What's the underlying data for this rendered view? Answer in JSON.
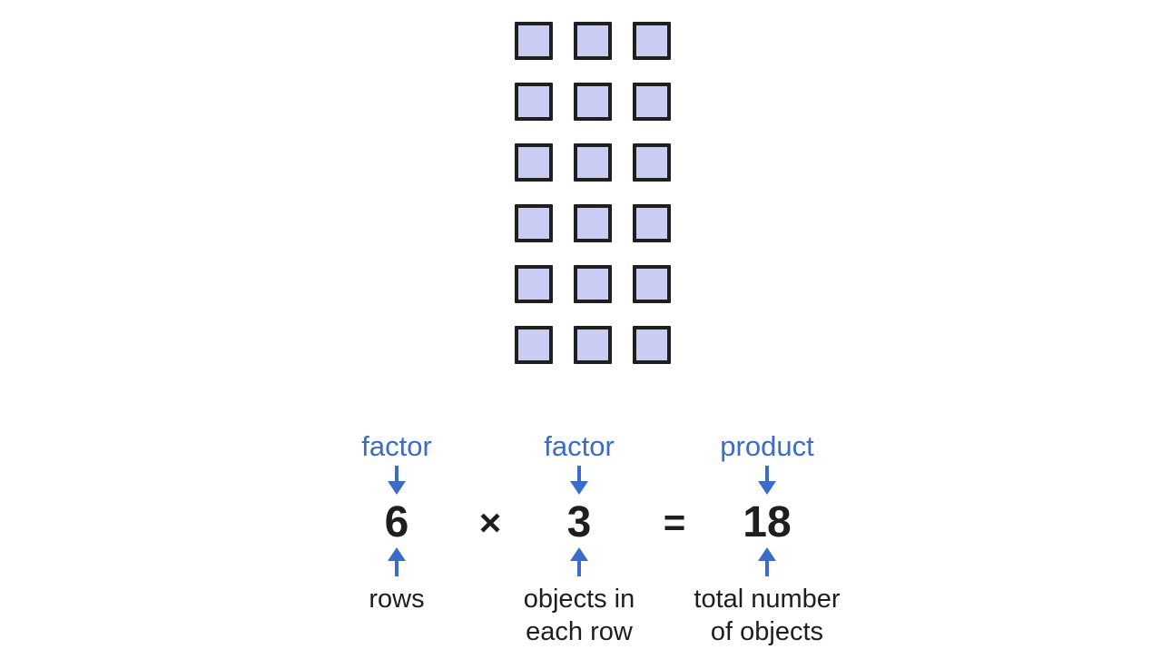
{
  "canvas": {
    "background": "#ffffff"
  },
  "array_grid": {
    "rows": 6,
    "columns": 3,
    "square_fill": "#c9ccf3",
    "square_border": "#1f1f1f"
  },
  "equation": {
    "multiply_sign": "×",
    "equals_sign": "=",
    "columns": [
      {
        "top_label": "factor",
        "value": "6",
        "bottom_label_lines": [
          "rows"
        ]
      },
      {
        "top_label": "factor",
        "value": "3",
        "bottom_label_lines": [
          "objects in",
          "each row"
        ]
      },
      {
        "top_label": "product",
        "value": "18",
        "bottom_label_lines": [
          "total number",
          "of objects"
        ]
      }
    ]
  },
  "colors": {
    "accent_blue": "#3b6cc9",
    "text_black": "#1e1e1e"
  }
}
